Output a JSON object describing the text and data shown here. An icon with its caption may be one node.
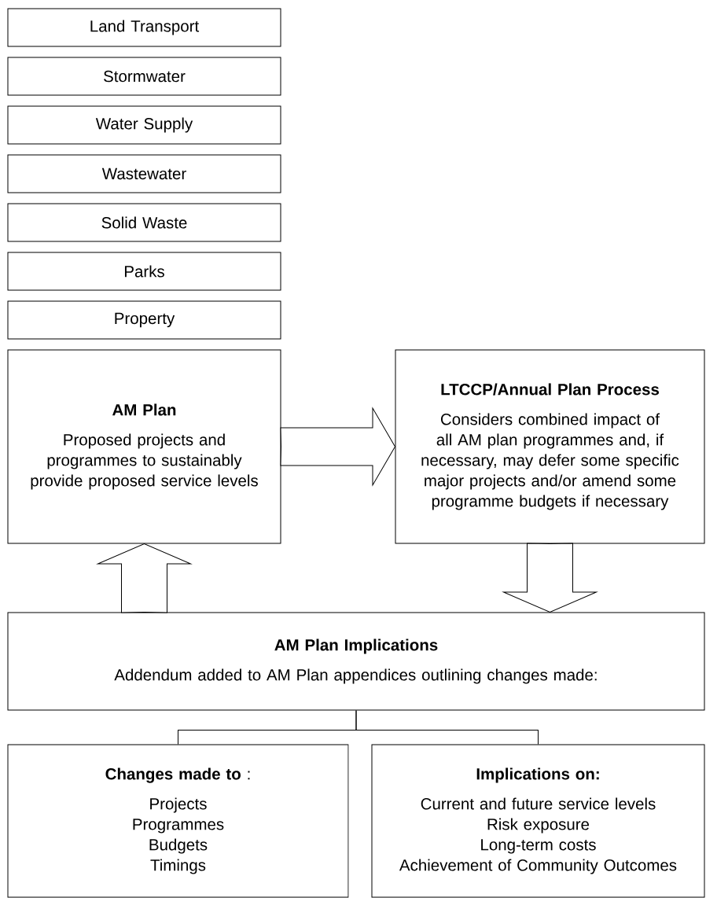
{
  "diagram": {
    "nodes": [
      {
        "text": [
          "Land Transport"
        ]
      },
      {
        "text": [
          "Stormwater"
        ]
      },
      {
        "text": [
          "Water Supply"
        ]
      },
      {
        "text": [
          "Wastewater"
        ]
      },
      {
        "text": [
          "Solid Waste"
        ]
      },
      {
        "text": [
          "Parks"
        ]
      },
      {
        "text": [
          "Property"
        ]
      },
      {
        "text": [
          "AM Plan",
          "Proposed projects and programmes to sustainably provide proposed service levels"
        ]
      },
      {
        "text": [
          "LTCCP/Annual Plan Process",
          "Considers combined impact of all AM plan programmes and, if necessary, may defer some specific major projects and/or amend some programme budgets if necessary"
        ]
      },
      {
        "text": [
          "AM Plan Implications",
          "Addendum added to AM Plan appendices outlining changes made:"
        ]
      },
      {
        "text": [
          "**Changes made to** :",
          "Projects",
          "Programmes",
          "Budgets",
          "Timings"
        ]
      },
      {
        "text": [
          "Implications on:",
          "Current and future service levels",
          "Risk exposure",
          "Long-term costs",
          "Achievement of Community Outcomes"
        ]
      }
    ],
    "edges": [
      {
        "from": 7,
        "to": 8,
        "arrow": "to"
      },
      {
        "from": 9,
        "to": 7,
        "arrow": "to"
      },
      {
        "from": 8,
        "to": 9,
        "arrow": "to"
      },
      {
        "from": 9,
        "to": 10,
        "arrow": "none"
      },
      {
        "from": 9,
        "to": 11,
        "arrow": "none"
      }
    ]
  }
}
